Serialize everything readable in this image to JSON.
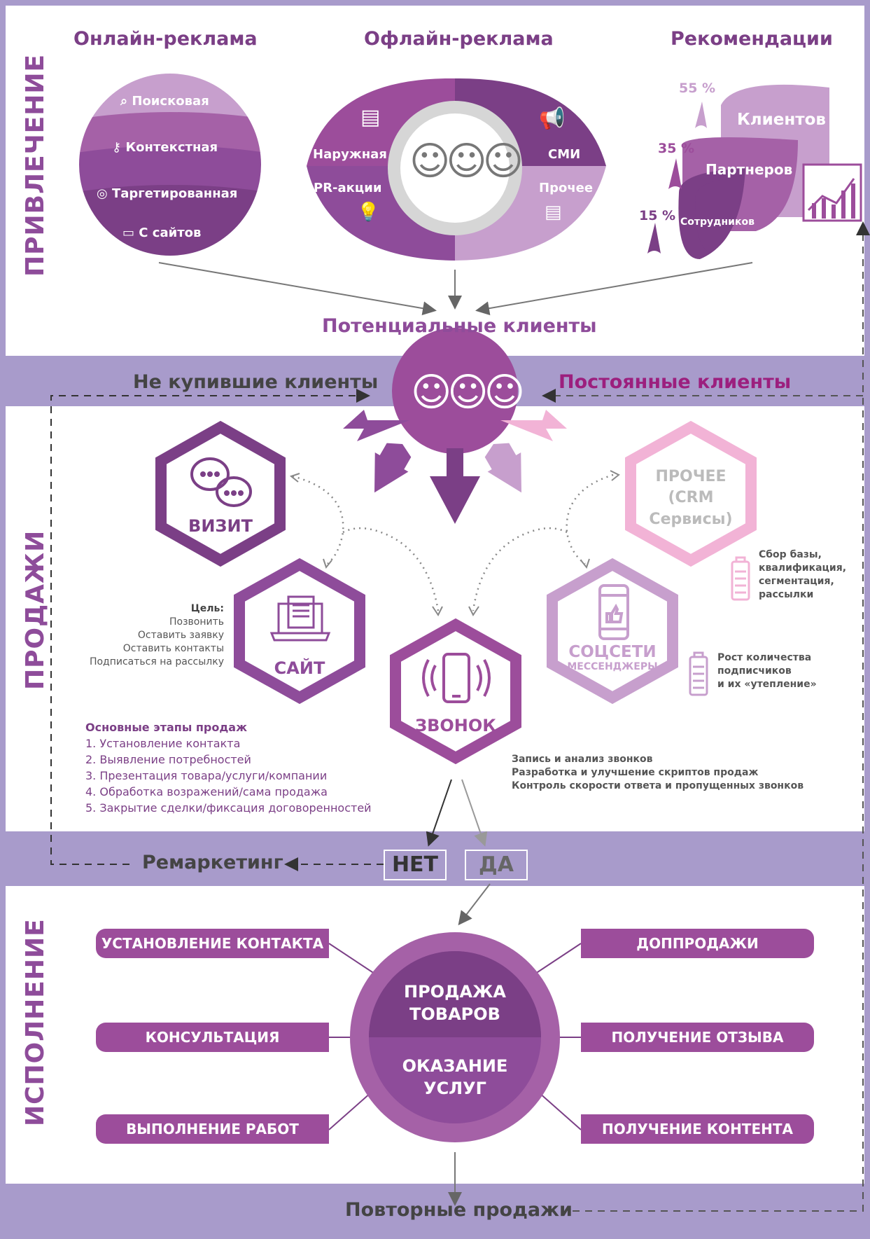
{
  "sections": {
    "attraction": "ПРИВЛЕЧЕНИЕ",
    "sales": "ПРОДАЖИ",
    "execution": "ИСПОЛНЕНИЕ"
  },
  "online": {
    "title": "Онлайн-реклама",
    "items": [
      "Поисковая",
      "Контекстная",
      "Таргетированная",
      "С сайтов"
    ]
  },
  "offline": {
    "title": "Офлайн-реклама",
    "items": [
      "Наружная",
      "СМИ",
      "PR-акции",
      "Прочее"
    ]
  },
  "recommendations": {
    "title": "Рекомендации",
    "items": [
      "Клиентов",
      "Партнеров",
      "Сотрудников"
    ],
    "percents": [
      "55 %",
      "35 %",
      "15 %"
    ]
  },
  "potential": "Потенциальные клиенты",
  "not_bought": "Не купившие клиенты",
  "regular": "Постоянные клиенты",
  "channels": {
    "visit": "ВИЗИТ",
    "site": "САЙТ",
    "call": "ЗВОНОК",
    "social_1": "СОЦСЕТИ",
    "social_2": "МЕССЕНДЖЕРЫ",
    "other_1": "ПРОЧЕЕ",
    "other_2": "(CRM",
    "other_3": "Сервисы)"
  },
  "goal": {
    "title": "Цель:",
    "items": [
      "Позвонить",
      "Оставить заявку",
      "Оставить контакты",
      "Подписаться на рассылку"
    ]
  },
  "stages": {
    "title": "Основные этапы продаж",
    "items": [
      "1. Установление контакта",
      "2. Выявление потребностей",
      "3. Презентация товара/услуги/компании",
      "4. Обработка возражений/сама продажа",
      "5. Закрытие сделки/фиксация договоренностей"
    ]
  },
  "other_note": [
    "Сбор базы,",
    "квалификация,",
    "сегментация,",
    "рассылки"
  ],
  "social_note": [
    "Рост количества",
    "подписчиков",
    "и их «утепление»"
  ],
  "call_note": [
    "Запись и анализ звонков",
    "Разработка и улучшение скриптов продаж",
    "Контроль скорости ответа и пропущенных звонков"
  ],
  "remarketing": "Ремаркетинг",
  "no": "НЕТ",
  "yes": "ДА",
  "center": {
    "top_1": "ПРОДАЖА",
    "top_2": "ТОВАРОВ",
    "bottom_1": "ОКАЗАНИЕ",
    "bottom_2": "УСЛУГ"
  },
  "left_items": [
    "УСТАНОВЛЕНИЕ КОНТАКТА",
    "КОНСУЛЬТАЦИЯ",
    "ВЫПОЛНЕНИЕ РАБОТ"
  ],
  "right_items": [
    "ДОППРОДАЖИ",
    "ПОЛУЧЕНИЕ ОТЗЫВА",
    "ПОЛУЧЕНИЕ КОНТЕНТА"
  ],
  "repeat": "Повторные продажи",
  "colors": {
    "dark": "#7b3f86",
    "mid": "#9c4d9b",
    "light": "#c79fcd",
    "pink": "#f2b3d6",
    "band": "#a89bcb"
  }
}
